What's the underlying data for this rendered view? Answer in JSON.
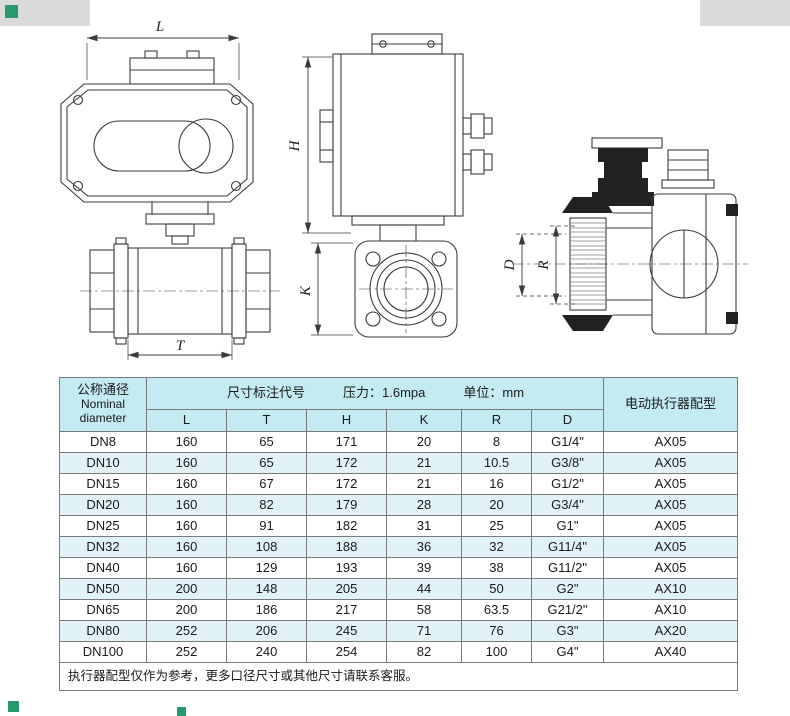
{
  "colors": {
    "table_header_bg": "#c4eaf2",
    "table_stripe_bg": "#e1f3f8",
    "table_border": "#7a7a7a",
    "drawing_line": "#3c3c3c",
    "watermark_green": "#279a6d",
    "page_bg": "#ffffff"
  },
  "diagram": {
    "labels": {
      "L": "L",
      "T": "T",
      "H": "H",
      "K": "K",
      "D": "D",
      "R": "R"
    }
  },
  "table": {
    "header": {
      "diameter_cn": "公称通径",
      "diameter_en_line1": "Nominal",
      "diameter_en_line2": "diameter",
      "size_code": "尺寸标注代号",
      "pressure": "压力：1.6mpa",
      "unit": "单位：mm",
      "actuator": "电动执行器配型",
      "dims": [
        "L",
        "T",
        "H",
        "K",
        "R",
        "D"
      ]
    },
    "rows": [
      {
        "dn": "DN8",
        "L": "160",
        "T": "65",
        "H": "171",
        "K": "20",
        "R": "8",
        "D": "G1/4\"",
        "actuator": "AX05"
      },
      {
        "dn": "DN10",
        "L": "160",
        "T": "65",
        "H": "172",
        "K": "21",
        "R": "10.5",
        "D": "G3/8\"",
        "actuator": "AX05"
      },
      {
        "dn": "DN15",
        "L": "160",
        "T": "67",
        "H": "172",
        "K": "21",
        "R": "16",
        "D": "G1/2\"",
        "actuator": "AX05"
      },
      {
        "dn": "DN20",
        "L": "160",
        "T": "82",
        "H": "179",
        "K": "28",
        "R": "20",
        "D": "G3/4\"",
        "actuator": "AX05"
      },
      {
        "dn": "DN25",
        "L": "160",
        "T": "91",
        "H": "182",
        "K": "31",
        "R": "25",
        "D": "G1\"",
        "actuator": "AX05"
      },
      {
        "dn": "DN32",
        "L": "160",
        "T": "108",
        "H": "188",
        "K": "36",
        "R": "32",
        "D": "G11/4\"",
        "actuator": "AX05"
      },
      {
        "dn": "DN40",
        "L": "160",
        "T": "129",
        "H": "193",
        "K": "39",
        "R": "38",
        "D": "G11/2\"",
        "actuator": "AX05"
      },
      {
        "dn": "DN50",
        "L": "200",
        "T": "148",
        "H": "205",
        "K": "44",
        "R": "50",
        "D": "G2\"",
        "actuator": "AX10"
      },
      {
        "dn": "DN65",
        "L": "200",
        "T": "186",
        "H": "217",
        "K": "58",
        "R": "63.5",
        "D": "G21/2\"",
        "actuator": "AX10"
      },
      {
        "dn": "DN80",
        "L": "252",
        "T": "206",
        "H": "245",
        "K": "71",
        "R": "76",
        "D": "G3\"",
        "actuator": "AX20"
      },
      {
        "dn": "DN100",
        "L": "252",
        "T": "240",
        "H": "254",
        "K": "82",
        "R": "100",
        "D": "G4\"",
        "actuator": "AX40"
      }
    ],
    "footnote": "执行器配型仅作为参考，更多口径尺寸或其他尺寸请联系客服。"
  }
}
